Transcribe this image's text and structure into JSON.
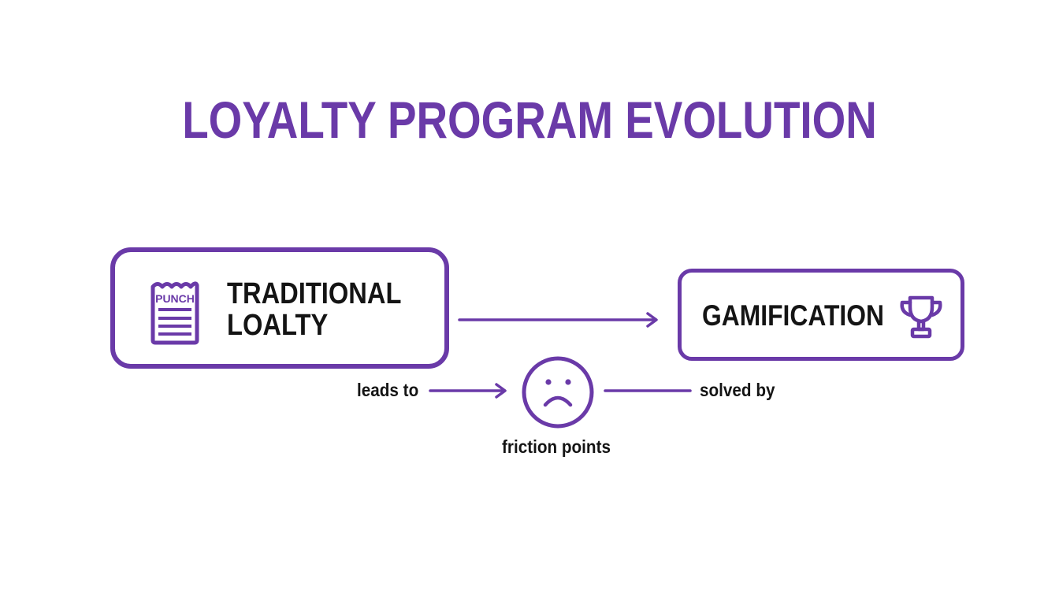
{
  "title": "LOYALTY PROGRAM EVOLUTION",
  "colors": {
    "accent": "#6a3aa8",
    "text": "#141414",
    "background": "#ffffff"
  },
  "nodes": {
    "traditional": {
      "label": "TRADITIONAL\nLOALTY",
      "icon": "punch-card-icon",
      "icon_text": "PUNCH"
    },
    "gamification": {
      "label": "GAMIFICATION",
      "icon": "trophy-icon"
    },
    "friction": {
      "label": "friction points",
      "icon": "sad-face-icon"
    }
  },
  "edges": [
    {
      "from": "traditional",
      "to": "gamification",
      "label": ""
    },
    {
      "from": "traditional",
      "to": "friction",
      "label": "leads to"
    },
    {
      "from": "friction",
      "to": "gamification",
      "label": "solved by"
    }
  ]
}
